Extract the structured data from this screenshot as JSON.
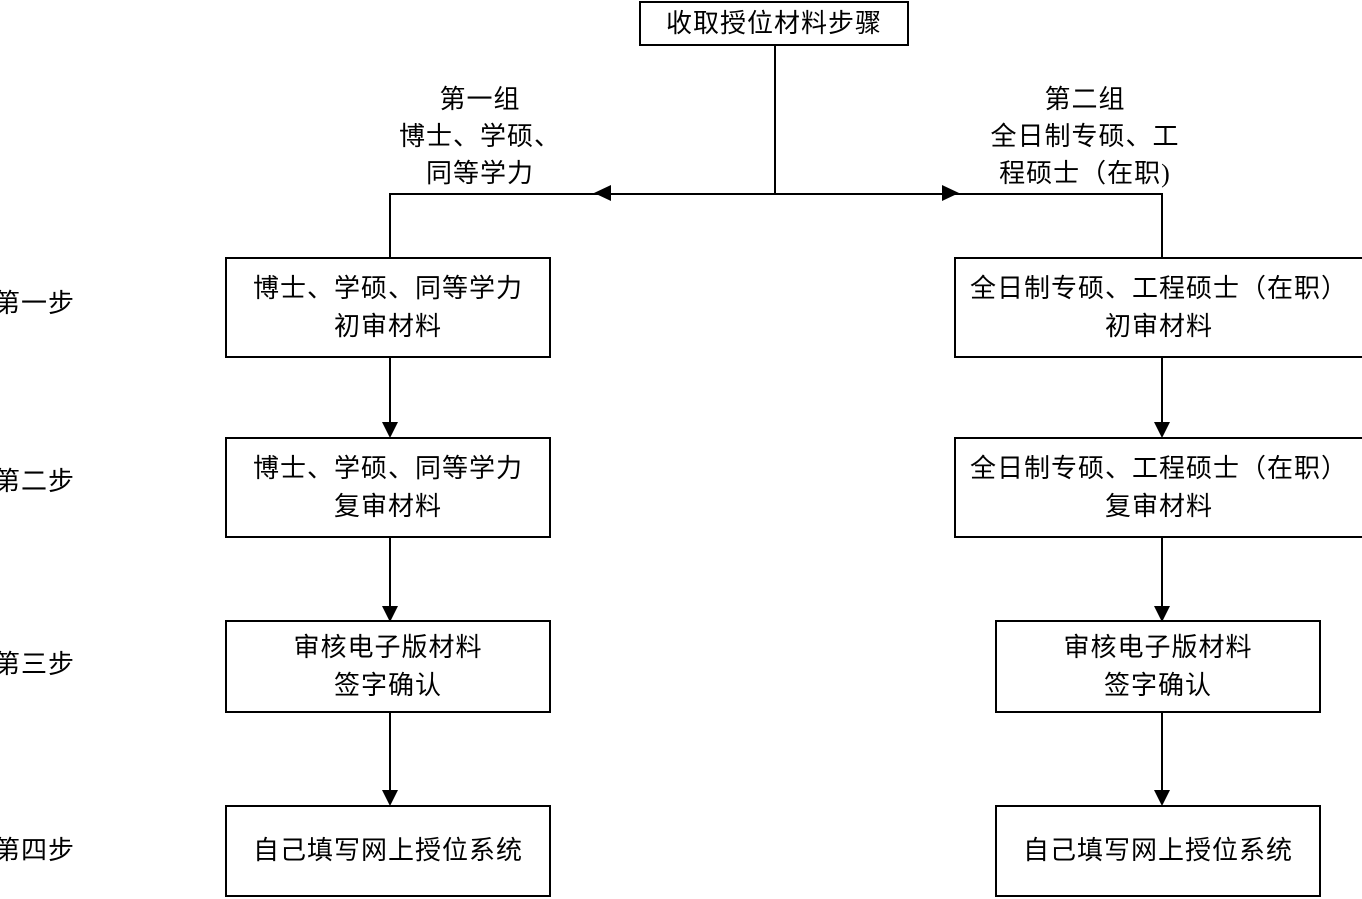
{
  "diagram": {
    "title_box": {
      "text": "收取授位材料步骤"
    },
    "branch_labels": [
      {
        "id": "group-one",
        "line1": "第一组",
        "line2": "博士、学硕、",
        "line3": "同等学力"
      },
      {
        "id": "group-two",
        "line1": "第二组",
        "line2": "全日制专硕、工",
        "line3": "程硕士（在职)"
      }
    ],
    "step_labels": [
      {
        "label": "第一步"
      },
      {
        "label": "第二步"
      },
      {
        "label": "第三步"
      },
      {
        "label": "第四步"
      }
    ],
    "left_column": [
      {
        "line1": "博士、学硕、同等学力",
        "line2": "初审材料"
      },
      {
        "line1": "博士、学硕、同等学力",
        "line2": "复审材料"
      },
      {
        "line1": "审核电子版材料",
        "line2": "签字确认"
      },
      {
        "line1": "自己填写网上授位系统",
        "line2": ""
      }
    ],
    "right_column": [
      {
        "line1": "全日制专硕、工程硕士（在职）",
        "line2": "初审材料"
      },
      {
        "line1": "全日制专硕、工程硕士（在职）",
        "line2": "复审材料"
      },
      {
        "line1": "审核电子版材料",
        "line2": "签字确认"
      },
      {
        "line1": "自己填写网上授位系统",
        "line2": ""
      }
    ],
    "colors": {
      "stroke": "#000000",
      "background": "#ffffff",
      "text": "#000000"
    }
  }
}
